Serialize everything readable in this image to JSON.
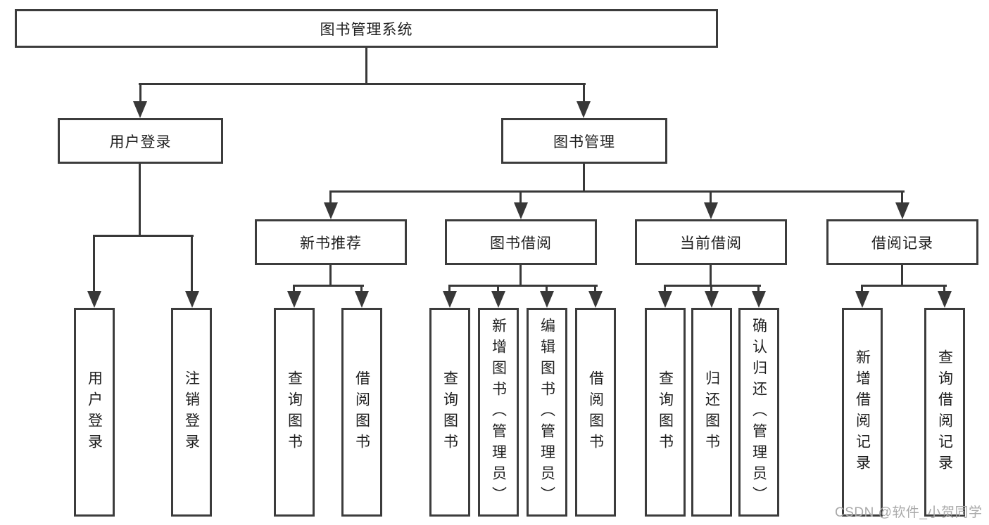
{
  "diagram": {
    "title": "图书管理系统",
    "watermark": "CSDN @软件_小贺同学",
    "colors": {
      "background": "#ffffff",
      "box_border": "#3c3c3c",
      "connector_line": "#383838",
      "text": "#1f1f1f",
      "watermark_text": "#a9a9a9"
    }
  },
  "nodes": {
    "root": {
      "label": "图书管理系统"
    },
    "user_login": {
      "label": "用户登录"
    },
    "book_management": {
      "label": "图书管理"
    },
    "new_book_recommend": {
      "label": "新书推荐"
    },
    "book_borrowing": {
      "label": "图书借阅"
    },
    "current_borrowing": {
      "label": "当前借阅"
    },
    "borrowing_records": {
      "label": "借阅记录"
    },
    "leaf_user_login": {
      "label": "用户登录"
    },
    "leaf_logout": {
      "label": "注销登录"
    },
    "leaf_query_books_1": {
      "label": "查询图书"
    },
    "leaf_borrow_books_1": {
      "label": "借阅图书"
    },
    "leaf_query_books_2": {
      "label": "查询图书"
    },
    "leaf_add_books_admin": {
      "label": "新增图书（管理员）"
    },
    "leaf_edit_books_admin": {
      "label": "编辑图书（管理员）"
    },
    "leaf_borrow_books_2": {
      "label": "借阅图书"
    },
    "leaf_query_books_3": {
      "label": "查询图书"
    },
    "leaf_return_books": {
      "label": "归还图书"
    },
    "leaf_confirm_return_admin": {
      "label": "确认归还（管理员）"
    },
    "leaf_add_borrow_record": {
      "label": "新增借阅记录"
    },
    "leaf_query_borrow_record": {
      "label": "查询借阅记录"
    }
  }
}
